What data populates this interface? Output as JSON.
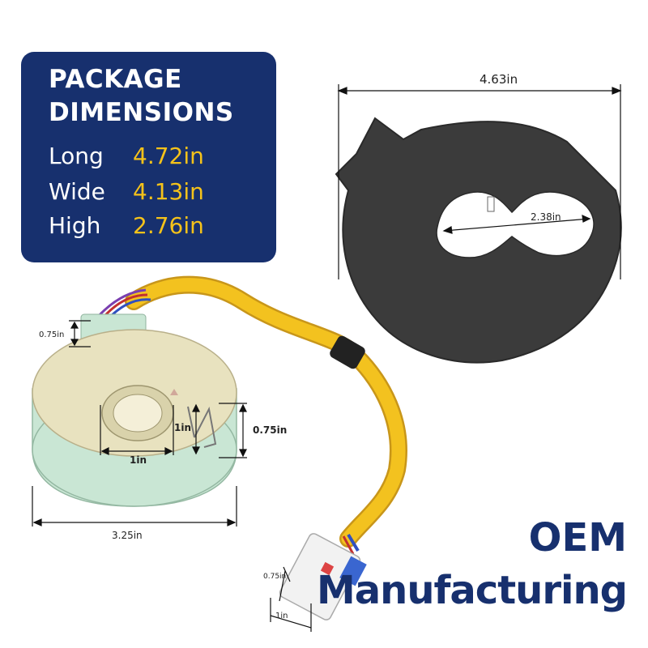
{
  "package_box": {
    "title_line1": "PACKAGE",
    "title_line2": "DIMENSIONS",
    "rows": [
      {
        "label": "Long",
        "value": "4.72in"
      },
      {
        "label": "Wide",
        "value": "4.13in"
      },
      {
        "label": "High",
        "value": "2.76in"
      }
    ]
  },
  "measurements": {
    "plate_width": "4.63in",
    "plate_hole": "2.38in",
    "sensor_diameter": "3.25in",
    "sensor_height": "0.75in",
    "sensor_bore": "1in",
    "clip_height": "1in",
    "tab_height": "0.75in",
    "plug_height": "0.75in",
    "plug_width": "1in"
  },
  "tagline": {
    "line1": "OEM",
    "line2": "Manufacturing"
  },
  "colors": {
    "navy": "#17306e",
    "gold": "#f5c21a",
    "plate": "#3b3b3b",
    "sensor_face": "#e8e2bf",
    "sensor_rim": "#c9e6d4",
    "cable": "#f3c21f"
  }
}
